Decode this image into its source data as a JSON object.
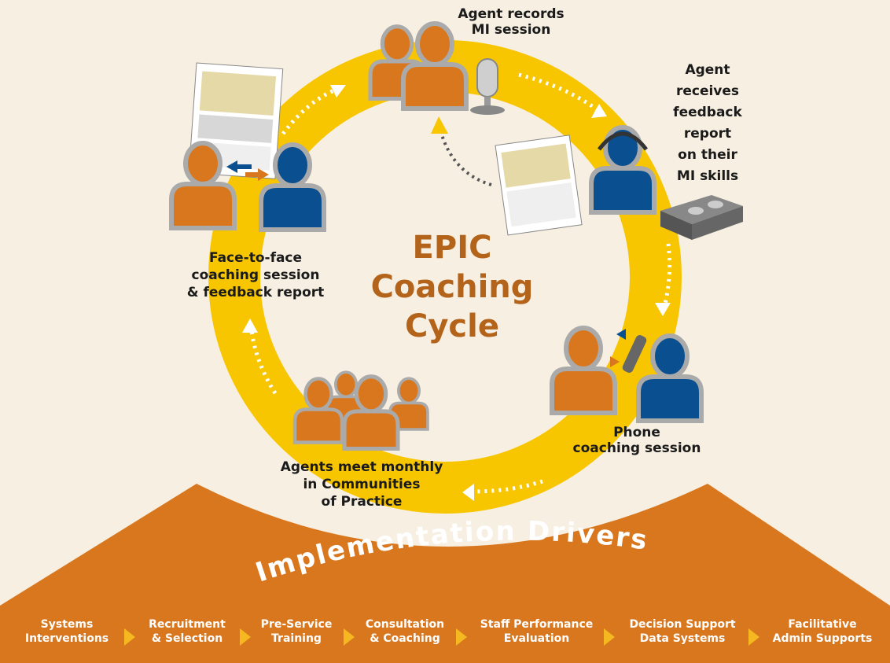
{
  "title": {
    "line1": "EPIC",
    "line2": "Coaching",
    "line3": "Cycle"
  },
  "stages": {
    "record": {
      "line1": "Agent records",
      "line2": "MI session"
    },
    "feedback": {
      "line1": "Agent",
      "line2": "receives",
      "line3": "feedback",
      "line4": "report",
      "line5": "on their",
      "line6": "MI skills"
    },
    "phone": {
      "line1": "Phone",
      "line2": "coaching session"
    },
    "communities": {
      "line1": "Agents meet monthly",
      "line2": "in Communities",
      "line3": "of Practice"
    },
    "face": {
      "line1": "Face-to-face",
      "line2": "coaching session",
      "line3": "& feedback report"
    }
  },
  "banner": {
    "text": "Implementation Drivers"
  },
  "drivers": [
    {
      "line1": "Systems",
      "line2": "Interventions"
    },
    {
      "line1": "Recruitment",
      "line2": "& Selection"
    },
    {
      "line1": "Pre-Service",
      "line2": "Training"
    },
    {
      "line1": "Consultation",
      "line2": "& Coaching"
    },
    {
      "line1": "Staff Performance",
      "line2": "Evaluation"
    },
    {
      "line1": "Decision Support",
      "line2": "Data Systems"
    },
    {
      "line1": "Facilitative",
      "line2": "Admin Supports"
    }
  ],
  "colors": {
    "background": "#f7efe1",
    "ring": "#f7c600",
    "orange": "#d9771e",
    "blue": "#0a4f8f",
    "title": "#b3631a",
    "driver_band": "#d9771e"
  }
}
